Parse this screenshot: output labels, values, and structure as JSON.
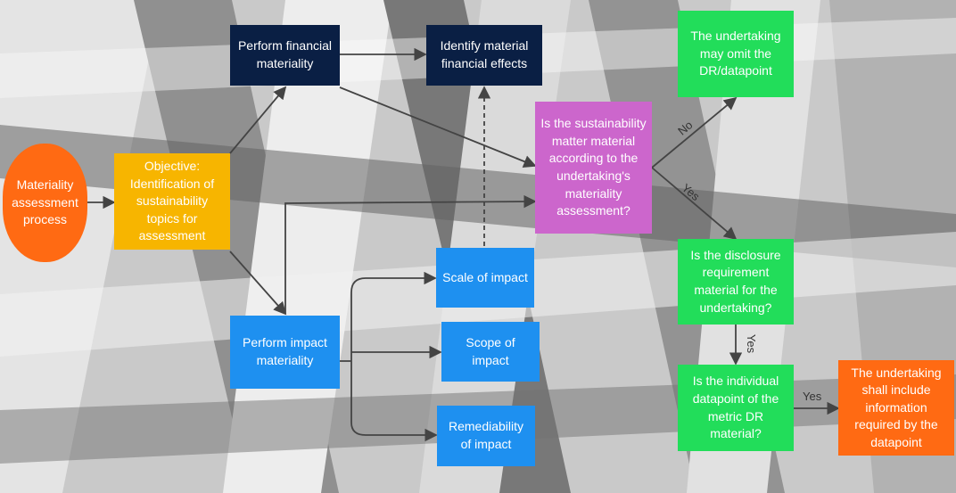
{
  "colors": {
    "navy": "#0a1f44",
    "blue": "#1e90f0",
    "yellow": "#f7b500",
    "orange": "#ff6a13",
    "purple": "#cc66cc",
    "green": "#22dd5a",
    "arrow": "#444444"
  },
  "nodes": {
    "start": "Materiality assessment process",
    "objective": "Objective: Identification of sustainability topics for assessment",
    "financial": "Perform financial materiality",
    "effects": "Identify material financial effects",
    "impact": "Perform impact materiality",
    "scale": "Scale of impact",
    "scope": "Scope of impact",
    "remediability": "Remediability of impact",
    "question_material": "Is the sustainability matter material according to the undertaking's materiality assessment?",
    "omit": "The undertaking may omit the DR/datapoint",
    "question_disclosure": "Is the disclosure requirement material for the undertaking?",
    "question_datapoint": "Is the individual datapoint of the metric DR material?",
    "include": "The undertaking shall include information required by the datapoint"
  },
  "edge_labels": {
    "no": "No",
    "yes1": "Yes",
    "yes2": "Yes",
    "yes3": "Yes"
  }
}
